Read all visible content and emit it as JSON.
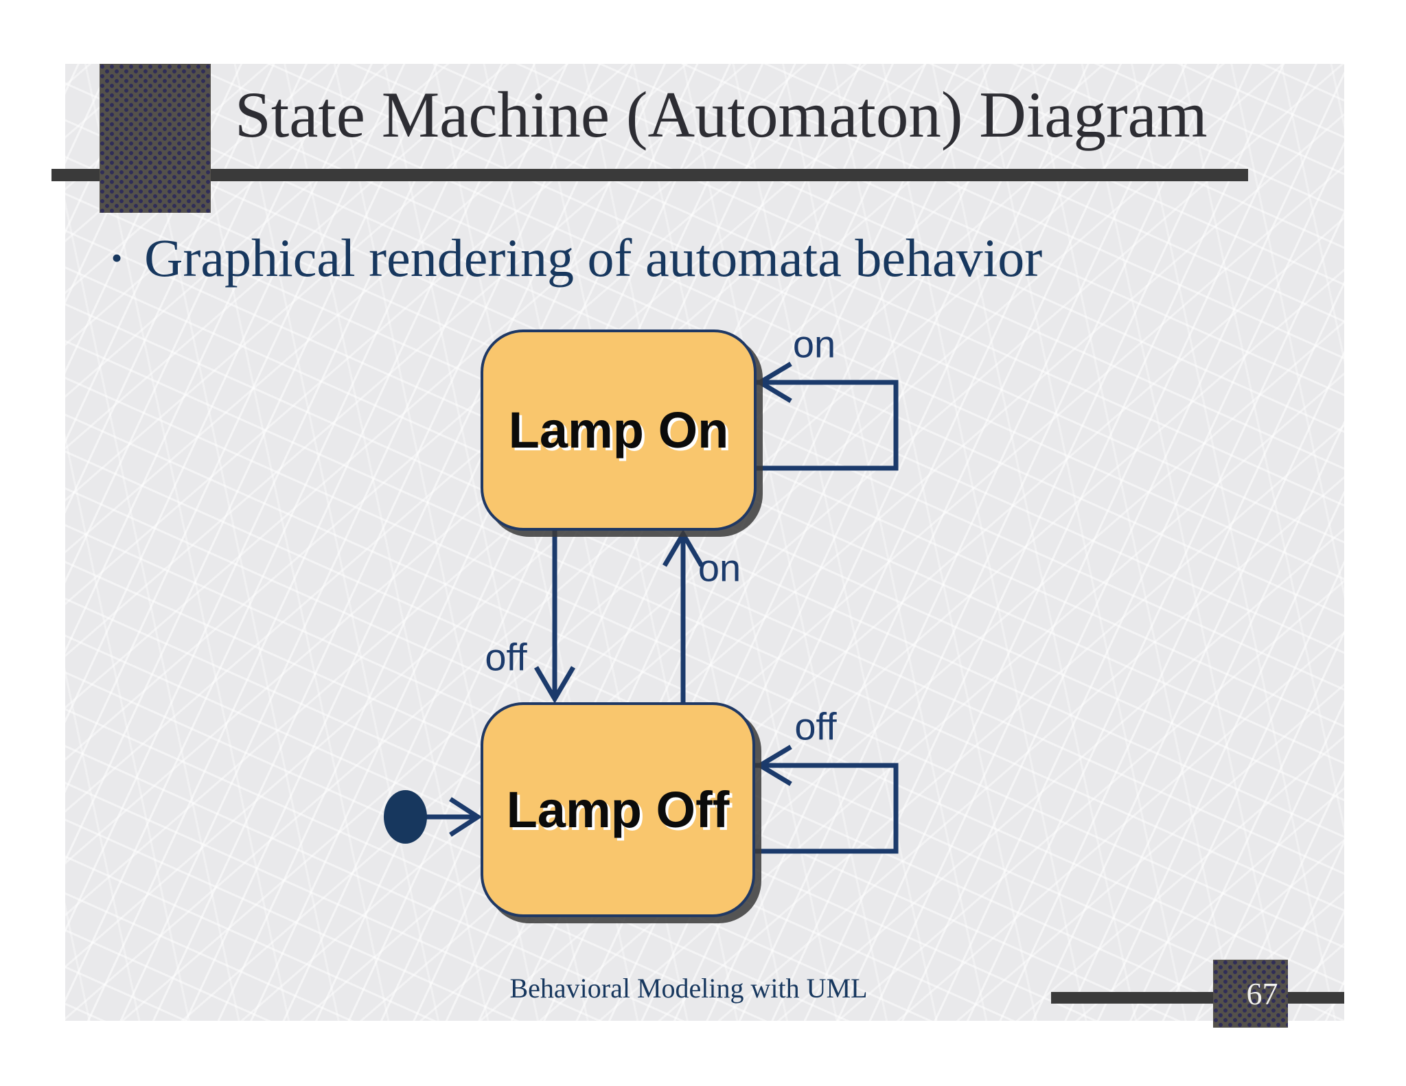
{
  "slide": {
    "title": "State Machine (Automaton) Diagram",
    "bullet_marker": "•",
    "bullet": "Graphical rendering of automata behavior",
    "footer": "Behavioral Modeling with UML",
    "page_number": "67"
  },
  "diagram": {
    "type": "uml-state-machine",
    "states": [
      {
        "id": "lamp-on",
        "label": "Lamp On"
      },
      {
        "id": "lamp-off",
        "label": "Lamp Off"
      }
    ],
    "initial_state": {
      "marker": "filled-circle",
      "to": "lamp-off"
    },
    "transitions": [
      {
        "from": "lamp-on",
        "to": "lamp-on",
        "label": "on",
        "kind": "self-loop"
      },
      {
        "from": "lamp-on",
        "to": "lamp-off",
        "label": "off",
        "kind": "straight"
      },
      {
        "from": "lamp-off",
        "to": "lamp-on",
        "label": "on",
        "kind": "straight"
      },
      {
        "from": "lamp-off",
        "to": "lamp-off",
        "label": "off",
        "kind": "self-loop"
      }
    ]
  },
  "colors": {
    "state_fill": "#F9C66D",
    "state_border": "#1F3864",
    "arrow": "#1B3A6B",
    "navy_text": "#17375E",
    "title_text": "#2D2D33",
    "bar": "#3A3A3A",
    "square_base": "#54514B",
    "square_dots": "#2F2D57",
    "slide_background": "#E9E9EB"
  }
}
